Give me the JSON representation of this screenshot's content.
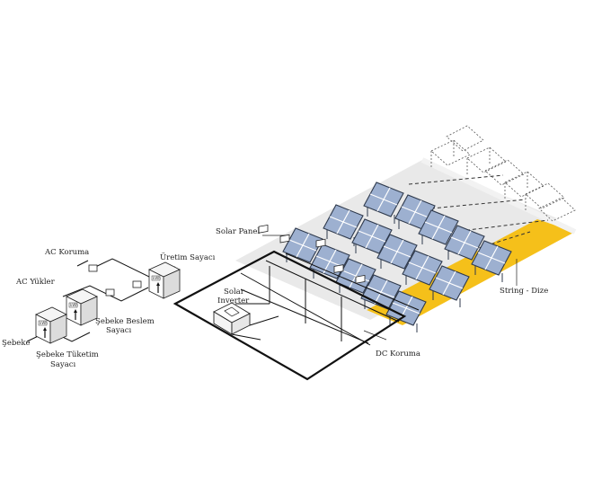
{
  "labels": {
    "solar_panel": "Solar Panel",
    "string": "String - Dize",
    "dc_koruma": "DC Koruma",
    "solar_inverter_line1": "Solar",
    "solar_inverter_line2": "Inverter",
    "uretim_sayaci": "Üretim Sayacı",
    "ac_koruma": "AC Koruma",
    "ac_yukler": "AC Yükler",
    "sebeke_beslem_line1": "Şebeke Beslem",
    "sebeke_beslem_line2": "Sayacı",
    "sebeke": "Şebeke",
    "sebeke_tuketim_line1": "Şebeke Tüketim",
    "sebeke_tuketim_line2": "Sayacı",
    "meter_reading": "kWh"
  },
  "colors": {
    "panel_fill": "#9db0d0",
    "panel_cell_border": "#ffffff",
    "panel_frame": "#2f3a4d",
    "roof_gray": "#e9e9e9",
    "roof_yellow": "#f5c01a",
    "wire": "#111111"
  }
}
